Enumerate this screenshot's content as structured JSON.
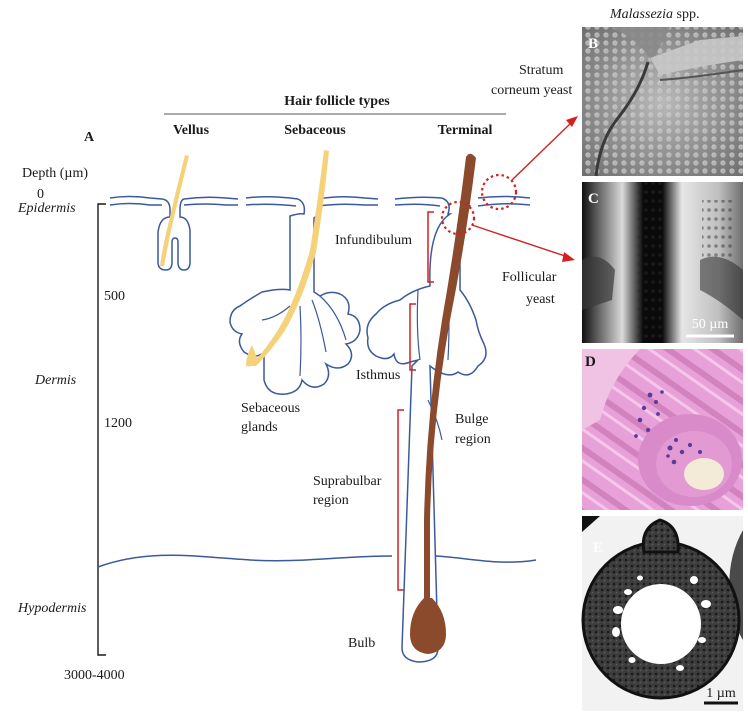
{
  "header": {
    "group_title": "Hair follicle types",
    "organism_label": "Malassezia",
    "organism_suffix": " spp."
  },
  "panel_a": {
    "letter": "A",
    "types": [
      "Vellus",
      "Sebaceous",
      "Terminal"
    ],
    "depth_title": "Depth (µm)",
    "depth_ticks": [
      "0",
      "500",
      "1200",
      "3000-4000"
    ],
    "layers": [
      "Epidermis",
      "Dermis",
      "Hypodermis"
    ],
    "structures": {
      "infundibulum": "Infundibulum",
      "isthmus": "Isthmus",
      "sebaceous_glands_1": "Sebaceous",
      "sebaceous_glands_2": "glands",
      "bulge_1": "Bulge",
      "bulge_2": "region",
      "suprabulbar_1": "Suprabulbar",
      "suprabulbar_2": "region",
      "bulb": "Bulb"
    },
    "callouts": {
      "stratum_1": "Stratum",
      "stratum_2": "corneum yeast",
      "follicular_1": "Follicular",
      "follicular_2": "yeast"
    }
  },
  "micrographs": {
    "b": {
      "letter": "B"
    },
    "c": {
      "letter": "C",
      "scale": "50 µm"
    },
    "d": {
      "letter": "D"
    },
    "e": {
      "letter": "E",
      "scale": "1 µm"
    }
  },
  "colors": {
    "skin_line": "#3a5a9c",
    "terminal_hair": "#8b4a2b",
    "vellus_hair": "#f5d27a",
    "bracket_red": "#d42020",
    "he_pink": "#d98ac8",
    "he_purple": "#5a3a9a"
  }
}
